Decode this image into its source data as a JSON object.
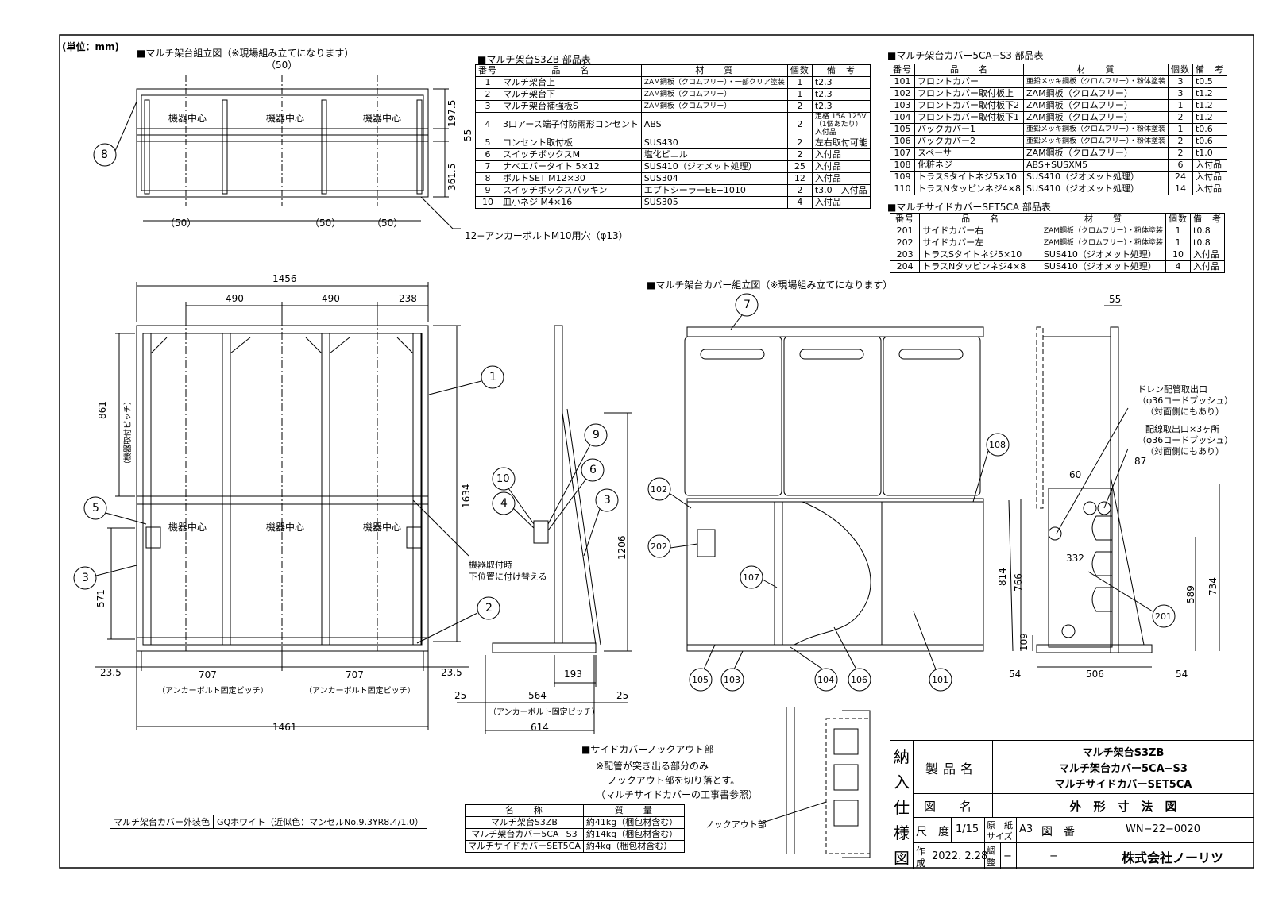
{
  "unit_label": "(単位：mm)",
  "titles": {
    "base_assembly": "■マルチ架台組立図（※現場組み立てになります）",
    "parts_s3zb": "■マルチ架台S3ZB 部品表",
    "parts_5ca": "■マルチ架台カバー5CA−S3 部品表",
    "parts_set5ca": "■マルチサイドカバーSET5CA 部品表",
    "cover_assembly": "■マルチ架台カバー組立図（※現場組み立てになります）",
    "knockout": "■サイドカバーノックアウト部"
  },
  "parts_header": {
    "no": "番号",
    "name": "品　　名",
    "material": "材　　質",
    "qty": "個数",
    "note": "備　考"
  },
  "parts_s3zb": [
    {
      "no": "1",
      "name": "マルチ架台上",
      "material": "ZAM鋼板（クロムフリー）・一部クリア塗装",
      "qty": "1",
      "note": "t2.3"
    },
    {
      "no": "2",
      "name": "マルチ架台下",
      "material": "ZAM鋼板（クロムフリー）",
      "qty": "1",
      "note": "t2.3"
    },
    {
      "no": "3",
      "name": "マルチ架台補強板S",
      "material": "ZAM鋼板（クロムフリー）",
      "qty": "2",
      "note": "t2.3"
    },
    {
      "no": "4",
      "name": "3口アース端子付防雨形コンセント",
      "material": "ABS",
      "qty": "2",
      "note": "定格 15A 125V（1個あたり）入付品"
    },
    {
      "no": "5",
      "name": "コンセント取付板",
      "material": "SUS430",
      "qty": "2",
      "note": "左右取付可能"
    },
    {
      "no": "6",
      "name": "スイッチボックスM",
      "material": "塩化ビニル",
      "qty": "2",
      "note": "入付品"
    },
    {
      "no": "7",
      "name": "ナベエバータイト 5×12",
      "material": "SUS410（ジオメット処理）",
      "qty": "25",
      "note": "入付品"
    },
    {
      "no": "8",
      "name": "ボルトSET M12×30",
      "material": "SUS304",
      "qty": "12",
      "note": "入付品"
    },
    {
      "no": "9",
      "name": "スイッチボックスパッキン",
      "material": "エプトシーラーEE−1010",
      "qty": "2",
      "note": "t3.0　入付品"
    },
    {
      "no": "10",
      "name": "皿小ネジ M4×16",
      "material": "SUS305",
      "qty": "4",
      "note": "入付品"
    }
  ],
  "parts_5ca": [
    {
      "no": "101",
      "name": "フロントカバー",
      "material": "亜鉛メッキ鋼板（クロムフリー）・粉体塗装",
      "qty": "3",
      "note": "t0.5"
    },
    {
      "no": "102",
      "name": "フロントカバー取付板上",
      "material": "ZAM鋼板（クロムフリー）",
      "qty": "3",
      "note": "t1.2"
    },
    {
      "no": "103",
      "name": "フロントカバー取付板下2",
      "material": "ZAM鋼板（クロムフリー）",
      "qty": "1",
      "note": "t1.2"
    },
    {
      "no": "104",
      "name": "フロントカバー取付板下1",
      "material": "ZAM鋼板（クロムフリー）",
      "qty": "2",
      "note": "t1.2"
    },
    {
      "no": "105",
      "name": "バックカバー1",
      "material": "亜鉛メッキ鋼板（クロムフリー）・粉体塗装",
      "qty": "1",
      "note": "t0.6"
    },
    {
      "no": "106",
      "name": "バックカバー2",
      "material": "亜鉛メッキ鋼板（クロムフリー）・粉体塗装",
      "qty": "2",
      "note": "t0.6"
    },
    {
      "no": "107",
      "name": "スペーサ",
      "material": "ZAM鋼板（クロムフリー）",
      "qty": "2",
      "note": "t1.0"
    },
    {
      "no": "108",
      "name": "化粧ネジ",
      "material": "ABS+SUSXM5",
      "qty": "6",
      "note": "入付品"
    },
    {
      "no": "109",
      "name": "トラスSタイトネジ5×10",
      "material": "SUS410（ジオメット処理）",
      "qty": "24",
      "note": "入付品"
    },
    {
      "no": "110",
      "name": "トラスNタッピンネジ4×8",
      "material": "SUS410（ジオメット処理）",
      "qty": "14",
      "note": "入付品"
    }
  ],
  "parts_set5ca": [
    {
      "no": "201",
      "name": "サイドカバー右",
      "material": "ZAM鋼板（クロムフリー）・粉体塗装",
      "qty": "1",
      "note": "t0.8"
    },
    {
      "no": "202",
      "name": "サイドカバー左",
      "material": "ZAM鋼板（クロムフリー）・粉体塗装",
      "qty": "1",
      "note": "t0.8"
    },
    {
      "no": "203",
      "name": "トラスSタイトネジ5×10",
      "material": "SUS410（ジオメット処理）",
      "qty": "10",
      "note": "入付品"
    },
    {
      "no": "204",
      "name": "トラスNタッピンネジ4×8",
      "material": "SUS410（ジオメット処理）",
      "qty": "4",
      "note": "入付品"
    }
  ],
  "labels": {
    "device_center": "機器中心",
    "anchor_hole": "12−アンカーボルトM10用穴（φ13）",
    "anchor_pitch": "（アンカーボルト固定ピッチ）",
    "mount_pitch": "（機器取付ピッチ）",
    "relocate_1": "機器取付時",
    "relocate_2": "下位置に付け替える",
    "drain_1": "ドレン配管取出口",
    "drain_2": "（φ36コードブッシュ）",
    "drain_3": "（対面側にもあり）",
    "wiring_1": "配線取出口×3ヶ所",
    "wiring_2": "（φ36コードブッシュ）",
    "wiring_3": "（対面側にもあり）",
    "knockout_note_1": "※配管が突き出る部分のみ",
    "knockout_note_2": "ノックアウト部を切り落とす。",
    "knockout_note_3": "（マルチサイドカバーの工事書参照）",
    "knockout_part": "ノックアウト部"
  },
  "dims": {
    "d50": "（50）",
    "d1975": "197.5",
    "d55": "55",
    "d3615": "361.5",
    "d1456": "1456",
    "d490": "490",
    "d238": "238",
    "d861": "861",
    "d1634": "1634",
    "d571": "571",
    "d235": "23.5",
    "d707": "707",
    "d1461": "1461",
    "d1206": "1206",
    "d193": "193",
    "d25": "25",
    "d564": "564",
    "d614": "614",
    "d60": "60",
    "d87": "87",
    "d332": "332",
    "d814": "814",
    "d766": "766",
    "d589": "589",
    "d734": "734",
    "d109": "109",
    "d54": "54",
    "d506": "506"
  },
  "callouts": {
    "c1": "1",
    "c2": "2",
    "c3": "3",
    "c4": "4",
    "c5": "5",
    "c6": "6",
    "c7": "7",
    "c8": "8",
    "c9": "9",
    "c10": "10",
    "c101": "101",
    "c102": "102",
    "c103": "103",
    "c104": "104",
    "c105": "105",
    "c106": "106",
    "c107": "107",
    "c108": "108",
    "c201": "201",
    "c202": "202"
  },
  "color_spec": {
    "label": "マルチ架台カバー外装色",
    "value": "GQホワイト（近似色：マンセルNo.9.3YR8.4/1.0）"
  },
  "weights": {
    "header_name": "名　　称",
    "header_mass": "質　　量",
    "rows": [
      {
        "name": "マルチ架台S3ZB",
        "mass": "約41kg（梱包材含む）"
      },
      {
        "name": "マルチ架台カバー5CA−S3",
        "mass": "約14kg（梱包材含む）"
      },
      {
        "name": "マルチサイドカバーSET5CA",
        "mass": "約4kg（梱包材含む）"
      }
    ]
  },
  "title_block": {
    "side_chars": [
      "納",
      "入",
      "仕",
      "様",
      "図"
    ],
    "product_label": "製品名",
    "product_lines": [
      "マルチ架台S3ZB",
      "マルチ架台カバー5CA−S3",
      "マルチサイドカバーSET5CA"
    ],
    "drawing_label": "図　　名",
    "drawing_name": "外　形　寸　法　図",
    "scale_label": "尺　度",
    "scale": "1/15",
    "paper_label_1": "原　紙",
    "paper_label_2": "サイズ",
    "paper": "A3",
    "number_label": "図　番",
    "number": "WN−22−0020",
    "made_label_1": "作",
    "made_label_2": "成",
    "made_date": "2022. 2.28",
    "adjust_label_1": "調",
    "adjust_label_2": "整",
    "adjust_value": "−",
    "blank_value": "−",
    "company": "株式会社ノーリツ"
  }
}
